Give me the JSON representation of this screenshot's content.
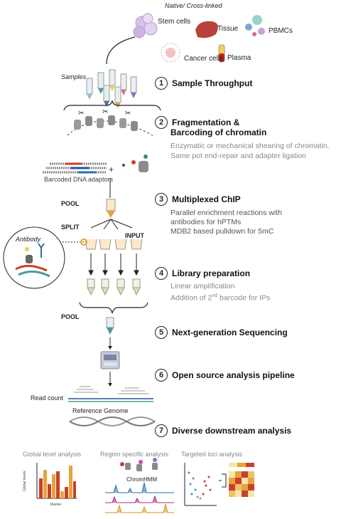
{
  "top": {
    "header": "Native/ Cross-linked",
    "stem_cells": "Stem cells",
    "tissue": "Tissue",
    "pbmcs": "PBMCs",
    "cancer_cells": "Cancer cells",
    "plasma": "Plasma",
    "samples": "Samples"
  },
  "steps": [
    {
      "num": "1",
      "title": "Sample Throughput"
    },
    {
      "num": "2",
      "title_line1": "Fragmentation &",
      "title_line2": "Barcoding of chromatin",
      "desc_line1": "Enzymatic or mechanical shearing of chromatin.",
      "desc_line2": "Same pot end-repair and adapter ligation"
    },
    {
      "num": "3",
      "title": "Multiplexed ChIP",
      "desc_line1": "Parallel enrichment reactions with",
      "desc_line2": "antibodies for hPTMs",
      "desc_line3": "MDB2 based pulldown for 5mC"
    },
    {
      "num": "4",
      "title": "Library preparation",
      "desc_line1": "Linear amplification",
      "desc_line2_pre": "Addition of 2",
      "desc_line2_sup": "nd",
      "desc_line2_post": " barcode for IPs"
    },
    {
      "num": "5",
      "title": "Next-generation Sequencing"
    },
    {
      "num": "6",
      "title": "Open source analysis pipeline"
    },
    {
      "num": "7",
      "title": "Diverse downstream analysis"
    }
  ],
  "left_labels": {
    "barcoded": "Barcoded DNA adaptors",
    "pool1": "POOL",
    "split": "SPLIT",
    "input": "INPUT",
    "antibody": "Antibody",
    "pool2": "POOL",
    "read_count": "Read count",
    "reference": "Reference Genome"
  },
  "analysis": {
    "global": "Global level analysis",
    "region": "Region specific analysis",
    "targeted": "Targeted loci analysis",
    "chromhmm": "ChromHMM",
    "global_y": "Global levels",
    "global_x": "Marker"
  },
  "colors": {
    "accent_orange": "#e8a33a",
    "accent_red": "#c8402a",
    "tube_teal": "#4a9c9c"
  }
}
